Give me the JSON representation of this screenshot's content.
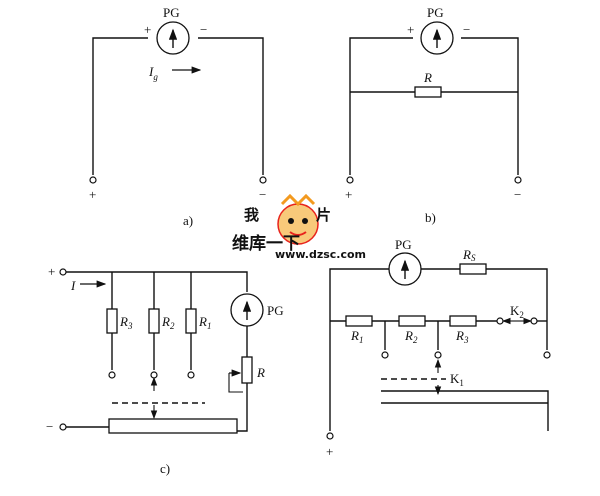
{
  "meter": "PG",
  "plus": "+",
  "minus": "−",
  "current_label": "I",
  "current_sub_g": "g",
  "shunt_r": "R",
  "r1": "R",
  "r1_sub": "1",
  "r2": "R",
  "r2_sub": "2",
  "r3": "R",
  "r3_sub": "3",
  "rs": "R",
  "rs_sub": "S",
  "k1": "K",
  "k1_sub": "1",
  "k2": "K",
  "k2_sub": "2",
  "cap_a": "a)",
  "cap_b": "b)",
  "cap_c": "c)",
  "watermark_cn": "维库一下",
  "watermark_url": "www.dzsc.com",
  "colors": {
    "line": "#111111",
    "watermark_red": "#e8231c",
    "watermark_orange": "#f39a1f"
  }
}
